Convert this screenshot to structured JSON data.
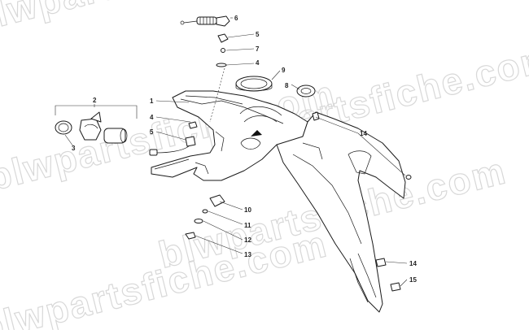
{
  "watermark": {
    "text": "blwpartsfiche.com"
  },
  "callouts": [
    {
      "id": "c1",
      "label": "1"
    },
    {
      "id": "c2",
      "label": "2"
    },
    {
      "id": "c3",
      "label": "3"
    },
    {
      "id": "c4a",
      "label": "4"
    },
    {
      "id": "c4b",
      "label": "4"
    },
    {
      "id": "c5a",
      "label": "5"
    },
    {
      "id": "c5b",
      "label": "5"
    },
    {
      "id": "c6",
      "label": "6"
    },
    {
      "id": "c7",
      "label": "7"
    },
    {
      "id": "c8",
      "label": "8"
    },
    {
      "id": "c9",
      "label": "9"
    },
    {
      "id": "c10",
      "label": "10"
    },
    {
      "id": "c11",
      "label": "11"
    },
    {
      "id": "c12",
      "label": "12"
    },
    {
      "id": "c13",
      "label": "13"
    },
    {
      "id": "c14a",
      "label": "14"
    },
    {
      "id": "c14b",
      "label": "14"
    },
    {
      "id": "c15",
      "label": "15"
    }
  ]
}
